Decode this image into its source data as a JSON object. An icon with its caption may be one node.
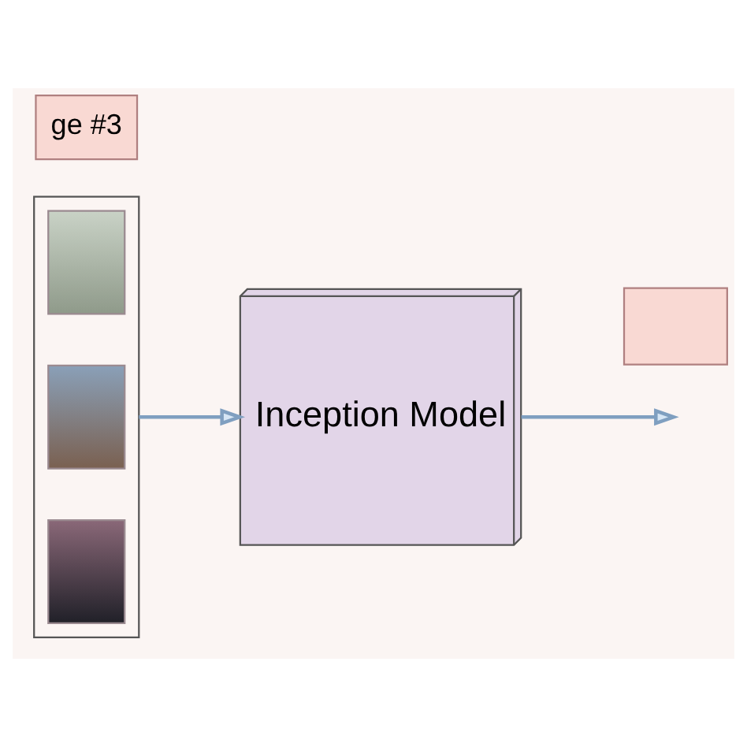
{
  "diagram": {
    "nodes": [
      {
        "text": [
          "ge #3"
        ]
      },
      {
        "text": [],
        "shape": "box"
      },
      {
        "text": [],
        "shape": "box",
        "in": 1
      },
      {
        "text": [],
        "shape": "box",
        "in": 1
      },
      {
        "text": [],
        "shape": "box",
        "in": 1
      },
      {
        "text": [
          "Inception Model"
        ]
      },
      {
        "text": [],
        "shape": "box"
      }
    ],
    "edges": [
      {
        "from": 1,
        "to": 5,
        "arrow": "to"
      },
      {
        "from": 5,
        "to": null,
        "arrow": "to"
      }
    ]
  }
}
